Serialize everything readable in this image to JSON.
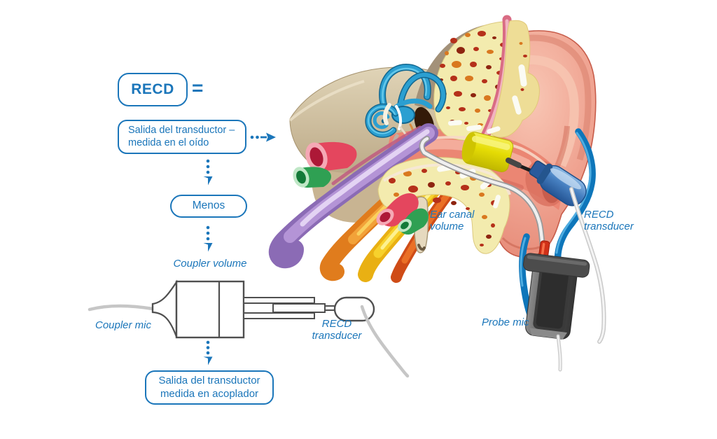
{
  "flowchart": {
    "recd": "RECD",
    "equals": "=",
    "box_ear_l1": "Salida del transductor –",
    "box_ear_l2": "medida en el oído",
    "minus": "Menos",
    "coupler_volume": "Coupler volume",
    "coupler_mic": "Coupler mic",
    "recd_transducer_l1": "RECD",
    "recd_transducer_l2": "transducer",
    "box_coupler_l1": "Salida del transductor",
    "box_coupler_l2": "medida en acoplador"
  },
  "illustration": {
    "ear_canal_l1": "Ear canal",
    "ear_canal_l2": "volume",
    "recd_transducer_l1": "RECD",
    "recd_transducer_l2": "transducer",
    "probe_mic": "Probe mic"
  },
  "colors": {
    "accent_blue": "#1b76ba",
    "skin": "#efa08f",
    "bone_tan": "#d8caa9",
    "spongy_bone": "#f3ebae",
    "speckle_red": "#b5301a",
    "cochlea_blue": "#2b9fd1",
    "eartip_yellow": "#e5dc05",
    "transducer_blue": "#3f7ec2",
    "probe_mic_gray": "#555555",
    "cable_blue": "#0e76ba",
    "cable_white": "#ececec"
  }
}
